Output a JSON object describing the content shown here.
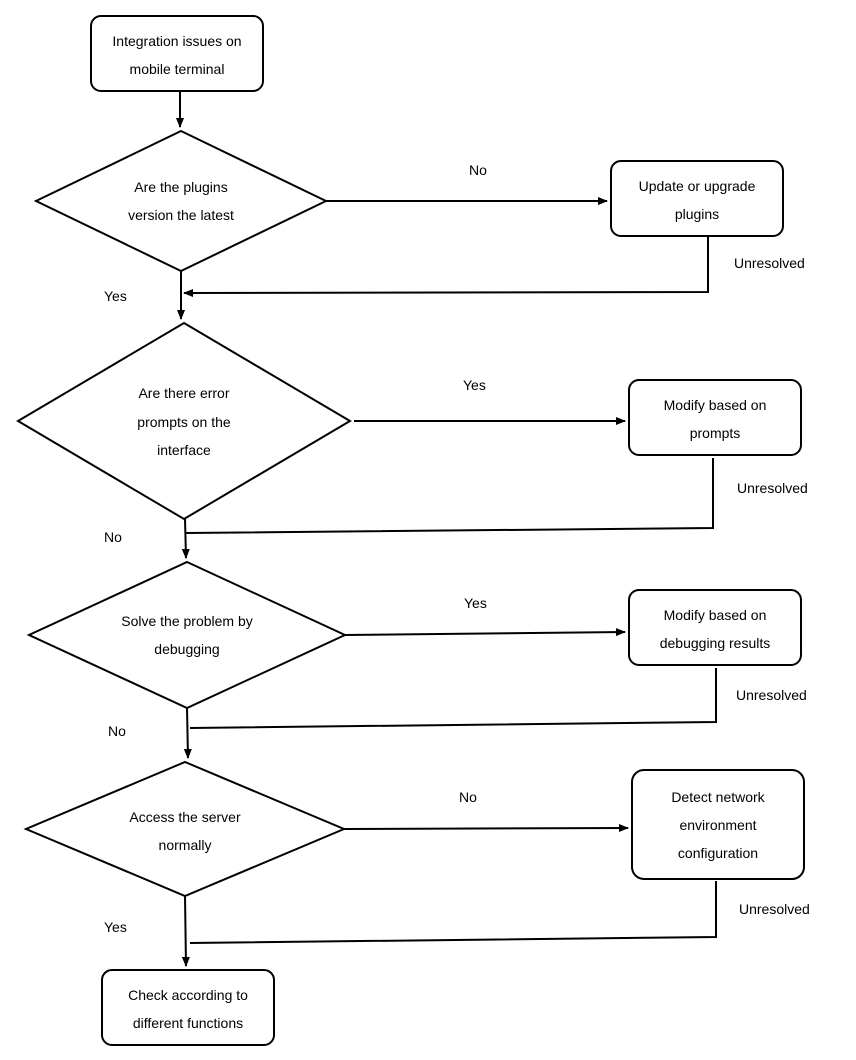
{
  "nodes": {
    "start": {
      "lines": [
        "Integration issues on",
        "mobile terminal"
      ]
    },
    "q_latest": {
      "lines": [
        "Are the plugins",
        "version the latest"
      ]
    },
    "a_update": {
      "lines": [
        "Update or upgrade",
        "plugins"
      ]
    },
    "q_error": {
      "lines": [
        "Are there error",
        "prompts on the",
        "interface"
      ]
    },
    "a_prompts": {
      "lines": [
        "Modify based on",
        "prompts"
      ]
    },
    "q_debug": {
      "lines": [
        "Solve the problem by",
        "debugging"
      ]
    },
    "a_debug": {
      "lines": [
        "Modify based on",
        "debugging results"
      ]
    },
    "q_server": {
      "lines": [
        "Access the server",
        "normally"
      ]
    },
    "a_network": {
      "lines": [
        "Detect network",
        "environment",
        "configuration"
      ]
    },
    "end": {
      "lines": [
        "Check according to",
        "different functions"
      ]
    }
  },
  "edge_labels": {
    "latest_no": "No",
    "latest_yes": "Yes",
    "update_unresolved": "Unresolved",
    "error_yes": "Yes",
    "error_no": "No",
    "prompts_unresolved": "Unresolved",
    "debug_yes": "Yes",
    "debug_no": "No",
    "debugres_unresolved": "Unresolved",
    "server_no": "No",
    "server_yes": "Yes",
    "network_unresolved": "Unresolved"
  }
}
